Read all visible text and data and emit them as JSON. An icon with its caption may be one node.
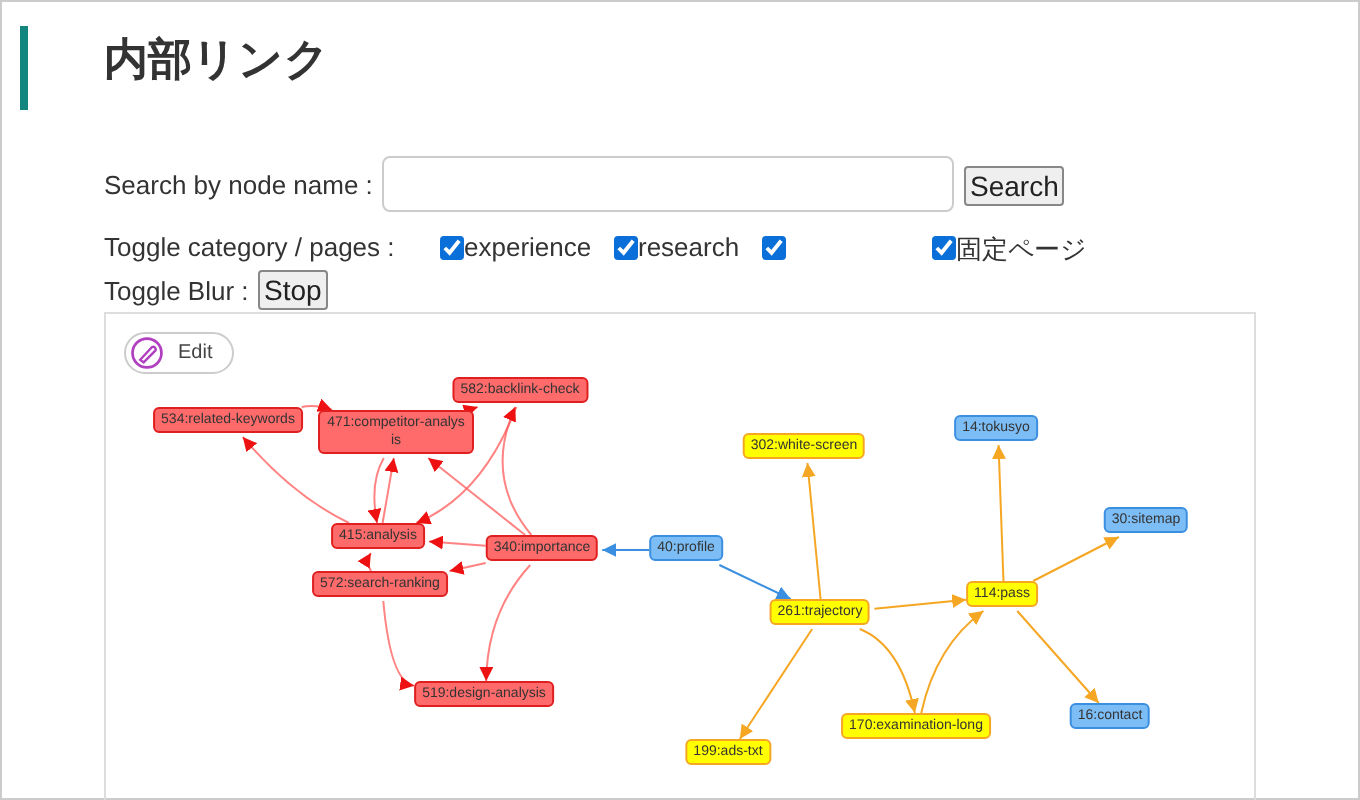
{
  "diagram": {
    "title": "内部リンク",
    "nodes": [
      {
        "text": [
          "534:related-keywords"
        ]
      },
      {
        "text": [
          "471:competitor-analysis"
        ]
      },
      {
        "text": [
          "582:backlink-check"
        ]
      },
      {
        "text": [
          "415:analysis"
        ]
      },
      {
        "text": [
          "340:importance"
        ]
      },
      {
        "text": [
          "572:search-ranking"
        ]
      },
      {
        "text": [
          "519:design-analysis"
        ]
      },
      {
        "text": [
          "40:profile"
        ]
      },
      {
        "text": [
          "302:white-screen"
        ]
      },
      {
        "text": [
          "14:tokusyo"
        ]
      },
      {
        "text": [
          "30:sitemap"
        ]
      },
      {
        "text": [
          "261:trajectory"
        ]
      },
      {
        "text": [
          "114:pass"
        ]
      },
      {
        "text": [
          "199:ads-txt"
        ]
      },
      {
        "text": [
          "170:examination-long"
        ]
      },
      {
        "text": [
          "16:contact"
        ]
      }
    ],
    "edges": [
      {
        "from": 0,
        "to": 1,
        "arrow": "to"
      },
      {
        "from": 3,
        "to": 0,
        "arrow": "to"
      },
      {
        "from": 1,
        "to": 2,
        "arrow": "to"
      },
      {
        "from": 2,
        "to": 3,
        "arrow": "to"
      },
      {
        "from": 3,
        "to": 1,
        "arrow": "to"
      },
      {
        "from": 1,
        "to": 3,
        "arrow": "to"
      },
      {
        "from": 5,
        "to": 3,
        "arrow": "to"
      },
      {
        "from": 4,
        "to": 1,
        "arrow": "to"
      },
      {
        "from": 4,
        "to": 2,
        "arrow": "to"
      },
      {
        "from": 4,
        "to": 3,
        "arrow": "to"
      },
      {
        "from": 4,
        "to": 5,
        "arrow": "to"
      },
      {
        "from": 4,
        "to": 6,
        "arrow": "to"
      },
      {
        "from": 5,
        "to": 6,
        "arrow": "to"
      },
      {
        "from": 7,
        "to": 4,
        "arrow": "to",
        "color": "#3b8fe0"
      },
      {
        "from": 7,
        "to": 11,
        "arrow": "to",
        "color": "#3b8fe0"
      },
      {
        "from": 11,
        "to": 8,
        "arrow": "to",
        "color": "#f5a623"
      },
      {
        "from": 11,
        "to": 12,
        "arrow": "to",
        "color": "#f5a623"
      },
      {
        "from": 11,
        "to": 13,
        "arrow": "to",
        "color": "#f5a623"
      },
      {
        "from": 11,
        "to": 14,
        "arrow": "to",
        "color": "#f5a623"
      },
      {
        "from": 14,
        "to": 12,
        "arrow": "to",
        "color": "#f5a623"
      },
      {
        "from": 12,
        "to": 9,
        "arrow": "to",
        "color": "#f5a623"
      },
      {
        "from": 12,
        "to": 10,
        "arrow": "to",
        "color": "#f5a623"
      },
      {
        "from": 12,
        "to": 15,
        "arrow": "to",
        "color": "#f5a623"
      }
    ],
    "labels": [
      "Search by node name :",
      "Search",
      "Toggle category / pages :",
      "experience",
      "research",
      "固定ページ",
      "Toggle Blur :",
      "Stop",
      "Edit"
    ]
  }
}
